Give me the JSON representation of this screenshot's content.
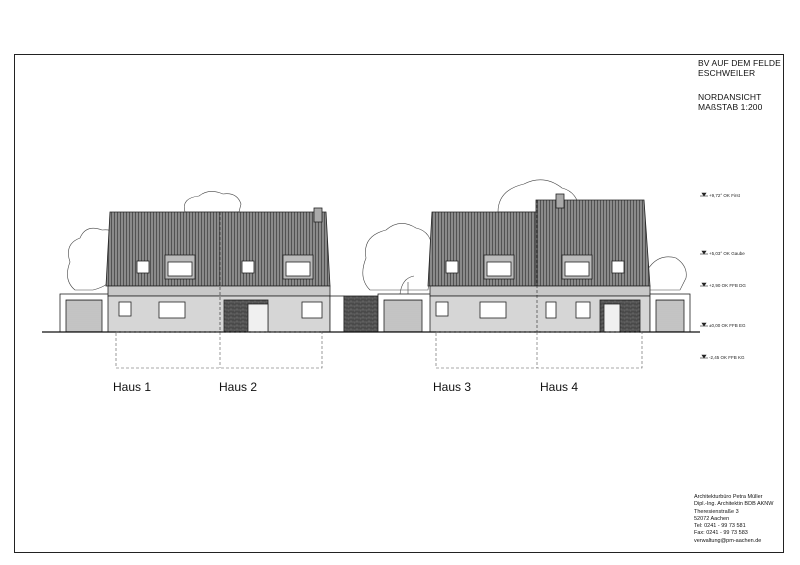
{
  "title_block": {
    "project_line1": "BV AUF DEM FELDE",
    "project_line2": "ESCHWEILER",
    "view": "NORDANSICHT",
    "scale": "MAßSTAB 1:200"
  },
  "levels": [
    {
      "label": "+9,72° OK First"
    },
    {
      "label": "+5,03° OK Gaube"
    },
    {
      "label": "+2,90 OK FFB DG"
    },
    {
      "label": "±0,00 OK FFB EG"
    },
    {
      "label": "-2,45 OK FFB KG"
    }
  ],
  "houses": [
    {
      "label": "Haus 1"
    },
    {
      "label": "Haus 2"
    },
    {
      "label": "Haus 3"
    },
    {
      "label": "Haus 4"
    }
  ],
  "office": {
    "line1": "Architekturbüro Petra Müller",
    "line2": "Dipl.-Ing. Architektin BDB AKNW",
    "line3": "Theresienstraße 3",
    "line4": "52072 Aachen",
    "line5": "Tel: 0241 - 99 73 581",
    "line6": "Fax: 0241 - 99 73 583",
    "line7": "verwaltung@pm-aachen.de"
  },
  "colors": {
    "roof": "#777777",
    "wall": "#d0d0d0",
    "brick": "#555555",
    "line": "#222222"
  }
}
